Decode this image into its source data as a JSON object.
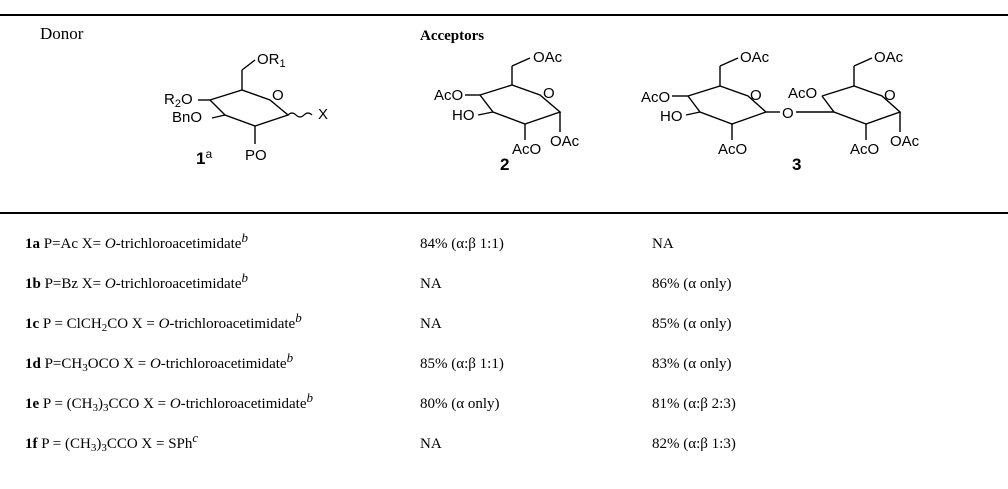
{
  "header": {
    "donor": "Donor",
    "acceptors": "Acceptors"
  },
  "structures": {
    "donor": {
      "or1": "OR",
      "r1_sub": "1",
      "r2": "R",
      "r2_sub": "2",
      "r2o": "O",
      "ring_o": "O",
      "bno": "BnO",
      "po": "PO",
      "x": "X",
      "number": "1",
      "number_sup": "a"
    },
    "acceptor2": {
      "oac_top": "OAc",
      "aco": "AcO",
      "ho": "HO",
      "ring_o": "O",
      "aco_bottom": "AcO",
      "oac_anomeric": "OAc",
      "number": "2"
    },
    "acceptor3": {
      "oac_top_left": "OAc",
      "aco_left": "AcO",
      "ho": "HO",
      "ring_o_left": "O",
      "aco_bottom_left": "AcO",
      "link_o": "O",
      "oac_top_right": "OAc",
      "aco_right": "AcO",
      "ring_o_right": "O",
      "aco_bottom_right": "AcO",
      "oac_anomeric": "OAc",
      "number": "3"
    }
  },
  "rows": [
    {
      "id": "1a",
      "p_prefix": "P=Ac X= ",
      "x_italic": "O",
      "x_rest": "-trichloroacetimidate",
      "note": "b",
      "yield2": "84% (α:β 1:1)",
      "yield3": "NA"
    },
    {
      "id": "1b",
      "p_prefix": "P=Bz X= ",
      "x_italic": "O",
      "x_rest": "-trichloroacetimidate",
      "note": "b",
      "yield2": "NA",
      "yield3": "86% (α only)"
    },
    {
      "id": "1c",
      "p_a": "P = ClCH",
      "p_sub1": "2",
      "p_b": "CO X = ",
      "x_italic": "O",
      "x_rest": "-trichloroacetimidate",
      "note": "b",
      "yield2": "NA",
      "yield3": "85% (α only)"
    },
    {
      "id": "1d",
      "p_a": "P=CH",
      "p_sub1": "3",
      "p_b": "OCO X = ",
      "x_italic": "O",
      "x_rest": "-trichloroacetimidate",
      "note": "b",
      "yield2": "85% (α:β 1:1)",
      "yield3": "83% (α only)"
    },
    {
      "id": "1e",
      "p_a": "P = (CH",
      "p_sub1": "3",
      "p_b": ")",
      "p_sub2": "3",
      "p_c": "CCO X = ",
      "x_italic": "O",
      "x_rest": "-trichloroacetimidate",
      "note": "b",
      "yield2": "80% (α only)",
      "yield3": "81% (α:β 2:3)"
    },
    {
      "id": "1f",
      "p_a": "P = (CH",
      "p_sub1": "3",
      "p_b": ")",
      "p_sub2": "3",
      "p_c": "CCO X = SPh",
      "note": "c",
      "yield2": "NA",
      "yield3": "82% (α:β 1:3)"
    }
  ]
}
